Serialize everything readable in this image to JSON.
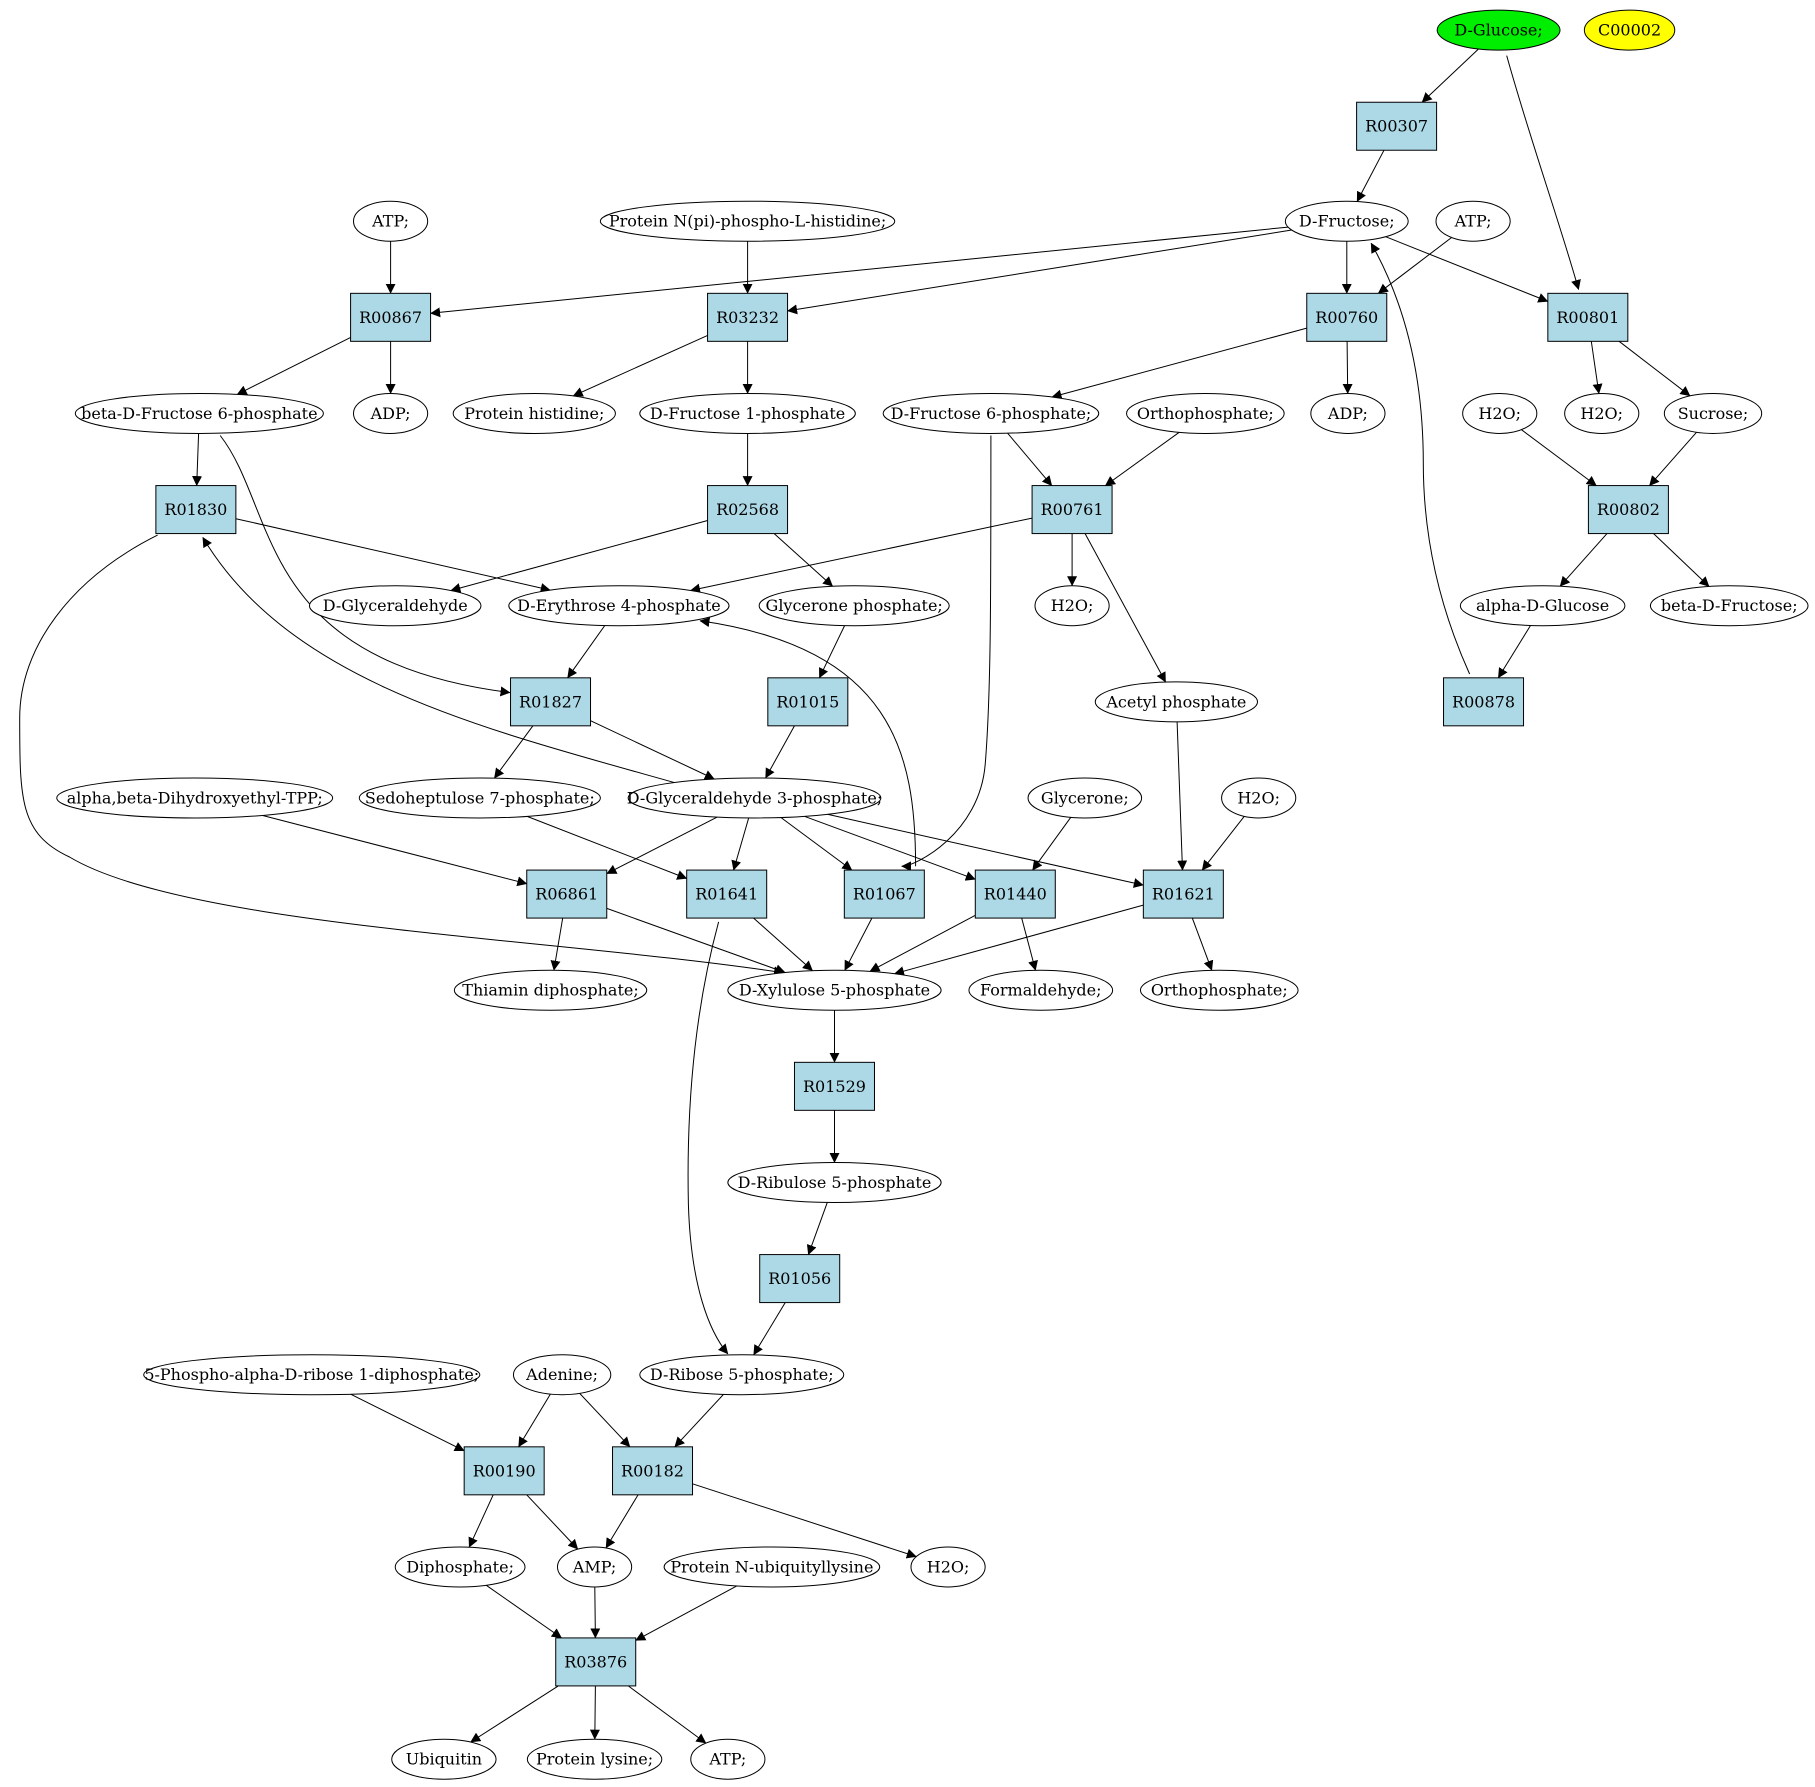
{
  "colors": {
    "reaction_fill": "#add8e6",
    "metabolite_fill": "#ffffff",
    "start_fill": "#00ee00",
    "extra_fill": "#ffff00",
    "stroke": "#000000"
  },
  "reactions": [
    {
      "id": "r00307",
      "label": "R00307"
    },
    {
      "id": "r00867",
      "label": "R00867"
    },
    {
      "id": "r03232",
      "label": "R03232"
    },
    {
      "id": "r00760",
      "label": "R00760"
    },
    {
      "id": "r00801",
      "label": "R00801"
    },
    {
      "id": "r01830",
      "label": "R01830"
    },
    {
      "id": "r02568",
      "label": "R02568"
    },
    {
      "id": "r00761",
      "label": "R00761"
    },
    {
      "id": "r00802",
      "label": "R00802"
    },
    {
      "id": "r01827",
      "label": "R01827"
    },
    {
      "id": "r01015",
      "label": "R01015"
    },
    {
      "id": "r00878",
      "label": "R00878"
    },
    {
      "id": "r06861",
      "label": "R06861"
    },
    {
      "id": "r01641",
      "label": "R01641"
    },
    {
      "id": "r01067",
      "label": "R01067"
    },
    {
      "id": "r01440",
      "label": "R01440"
    },
    {
      "id": "r01621",
      "label": "R01621"
    },
    {
      "id": "r01529",
      "label": "R01529"
    },
    {
      "id": "r01056",
      "label": "R01056"
    },
    {
      "id": "r00190",
      "label": "R00190"
    },
    {
      "id": "r00182",
      "label": "R00182"
    },
    {
      "id": "r03876",
      "label": "R03876"
    }
  ],
  "metabolites": [
    {
      "id": "dglucose",
      "label": "D-Glucose;",
      "role": "start"
    },
    {
      "id": "c00002",
      "label": "C00002",
      "role": "extra"
    },
    {
      "id": "dfructose",
      "label": "D-Fructose;"
    },
    {
      "id": "atp1",
      "label": "ATP;"
    },
    {
      "id": "protnpi",
      "label": "Protein N(pi)-phospho-L-histidine;"
    },
    {
      "id": "atp2",
      "label": "ATP;"
    },
    {
      "id": "bdf6p",
      "label": "beta-D-Fructose 6-phosphate"
    },
    {
      "id": "adp1",
      "label": "ADP;"
    },
    {
      "id": "prothis",
      "label": "Protein histidine;"
    },
    {
      "id": "df1p",
      "label": "D-Fructose 1-phosphate"
    },
    {
      "id": "df6p",
      "label": "D-Fructose 6-phosphate;"
    },
    {
      "id": "orthop1",
      "label": "Orthophosphate;"
    },
    {
      "id": "adp2",
      "label": "ADP;"
    },
    {
      "id": "h2o_a",
      "label": "H2O;"
    },
    {
      "id": "h2o_b",
      "label": "H2O;"
    },
    {
      "id": "sucrose",
      "label": "Sucrose;"
    },
    {
      "id": "dglyald",
      "label": "D-Glyceraldehyde"
    },
    {
      "id": "de4p",
      "label": "D-Erythrose 4-phosphate"
    },
    {
      "id": "glycp",
      "label": "Glycerone phosphate;"
    },
    {
      "id": "h2o_c",
      "label": "H2O;"
    },
    {
      "id": "adglc",
      "label": "alpha-D-Glucose"
    },
    {
      "id": "bdfru",
      "label": "beta-D-Fructose;"
    },
    {
      "id": "acetylp",
      "label": "Acetyl phosphate"
    },
    {
      "id": "abdtpp",
      "label": "alpha,beta-Dihydroxyethyl-TPP;"
    },
    {
      "id": "s7p",
      "label": "Sedoheptulose 7-phosphate;"
    },
    {
      "id": "g3p",
      "label": "D-Glyceraldehyde 3-phosphate;"
    },
    {
      "id": "glycerone",
      "label": "Glycerone;"
    },
    {
      "id": "h2o_d",
      "label": "H2O;"
    },
    {
      "id": "thdp",
      "label": "Thiamin diphosphate;"
    },
    {
      "id": "x5p",
      "label": "D-Xylulose 5-phosphate"
    },
    {
      "id": "formald",
      "label": "Formaldehyde;"
    },
    {
      "id": "orthop2",
      "label": "Orthophosphate;"
    },
    {
      "id": "ru5p",
      "label": "D-Ribulose 5-phosphate"
    },
    {
      "id": "prpp",
      "label": "5-Phospho-alpha-D-ribose 1-diphosphate;"
    },
    {
      "id": "adenine",
      "label": "Adenine;"
    },
    {
      "id": "r5p",
      "label": "D-Ribose 5-phosphate;"
    },
    {
      "id": "diphos",
      "label": "Diphosphate;"
    },
    {
      "id": "amp",
      "label": "AMP;"
    },
    {
      "id": "protnub",
      "label": "Protein N-ubiquityllysine"
    },
    {
      "id": "h2o_e",
      "label": "H2O;"
    },
    {
      "id": "ubiquitin",
      "label": "Ubiquitin"
    },
    {
      "id": "protlys",
      "label": "Protein lysine;"
    },
    {
      "id": "atp3",
      "label": "ATP;"
    }
  ],
  "edges": [
    [
      "dglucose",
      "r00307"
    ],
    [
      "dglucose",
      "r00801"
    ],
    [
      "r00307",
      "dfructose"
    ],
    [
      "atp1",
      "r00867"
    ],
    [
      "dfructose",
      "r00867"
    ],
    [
      "protnpi",
      "r03232"
    ],
    [
      "dfructose",
      "r03232"
    ],
    [
      "dfructose",
      "r00760"
    ],
    [
      "atp2",
      "r00760"
    ],
    [
      "dfructose",
      "r00801"
    ],
    [
      "r00867",
      "bdf6p"
    ],
    [
      "r00867",
      "adp1"
    ],
    [
      "r03232",
      "prothis"
    ],
    [
      "r03232",
      "df1p"
    ],
    [
      "r00760",
      "df6p"
    ],
    [
      "r00760",
      "adp2"
    ],
    [
      "r00801",
      "h2o_b"
    ],
    [
      "r00801",
      "sucrose"
    ],
    [
      "bdf6p",
      "r01830"
    ],
    [
      "bdf6p",
      "r01827"
    ],
    [
      "df1p",
      "r02568"
    ],
    [
      "df6p",
      "r00761"
    ],
    [
      "orthop1",
      "r00761"
    ],
    [
      "df6p",
      "r01067"
    ],
    [
      "h2o_a",
      "r00802"
    ],
    [
      "sucrose",
      "r00802"
    ],
    [
      "r01830",
      "de4p"
    ],
    [
      "r01830",
      "x5p"
    ],
    [
      "r02568",
      "dglyald"
    ],
    [
      "r02568",
      "glycp"
    ],
    [
      "r00761",
      "de4p"
    ],
    [
      "r00761",
      "h2o_c"
    ],
    [
      "r00761",
      "acetylp"
    ],
    [
      "r00802",
      "adglc"
    ],
    [
      "r00802",
      "bdfru"
    ],
    [
      "adglc",
      "r00878"
    ],
    [
      "r00878",
      "dfructose"
    ],
    [
      "de4p",
      "r01827"
    ],
    [
      "glycp",
      "r01015"
    ],
    [
      "r01827",
      "s7p"
    ],
    [
      "r01827",
      "g3p"
    ],
    [
      "r01015",
      "g3p"
    ],
    [
      "g3p",
      "r01830"
    ],
    [
      "abdtpp",
      "r06861"
    ],
    [
      "s7p",
      "r01641"
    ],
    [
      "g3p",
      "r06861"
    ],
    [
      "g3p",
      "r01641"
    ],
    [
      "g3p",
      "r01067"
    ],
    [
      "g3p",
      "r01440"
    ],
    [
      "g3p",
      "r01621"
    ],
    [
      "glycerone",
      "r01440"
    ],
    [
      "h2o_d",
      "r01621"
    ],
    [
      "acetylp",
      "r01621"
    ],
    [
      "r01067",
      "de4p"
    ],
    [
      "r06861",
      "thdp"
    ],
    [
      "r06861",
      "x5p"
    ],
    [
      "r01641",
      "x5p"
    ],
    [
      "r01641",
      "r5p"
    ],
    [
      "r01067",
      "x5p"
    ],
    [
      "r01440",
      "x5p"
    ],
    [
      "r01440",
      "formald"
    ],
    [
      "r01621",
      "x5p"
    ],
    [
      "r01621",
      "orthop2"
    ],
    [
      "x5p",
      "r01529"
    ],
    [
      "r01529",
      "ru5p"
    ],
    [
      "ru5p",
      "r01056"
    ],
    [
      "r01056",
      "r5p"
    ],
    [
      "prpp",
      "r00190"
    ],
    [
      "adenine",
      "r00190"
    ],
    [
      "adenine",
      "r00182"
    ],
    [
      "r5p",
      "r00182"
    ],
    [
      "r00190",
      "diphos"
    ],
    [
      "r00190",
      "amp"
    ],
    [
      "r00182",
      "amp"
    ],
    [
      "r00182",
      "h2o_e"
    ],
    [
      "diphos",
      "r03876"
    ],
    [
      "amp",
      "r03876"
    ],
    [
      "protnub",
      "r03876"
    ],
    [
      "r03876",
      "ubiquitin"
    ],
    [
      "r03876",
      "protlys"
    ],
    [
      "r03876",
      "atp3"
    ]
  ]
}
